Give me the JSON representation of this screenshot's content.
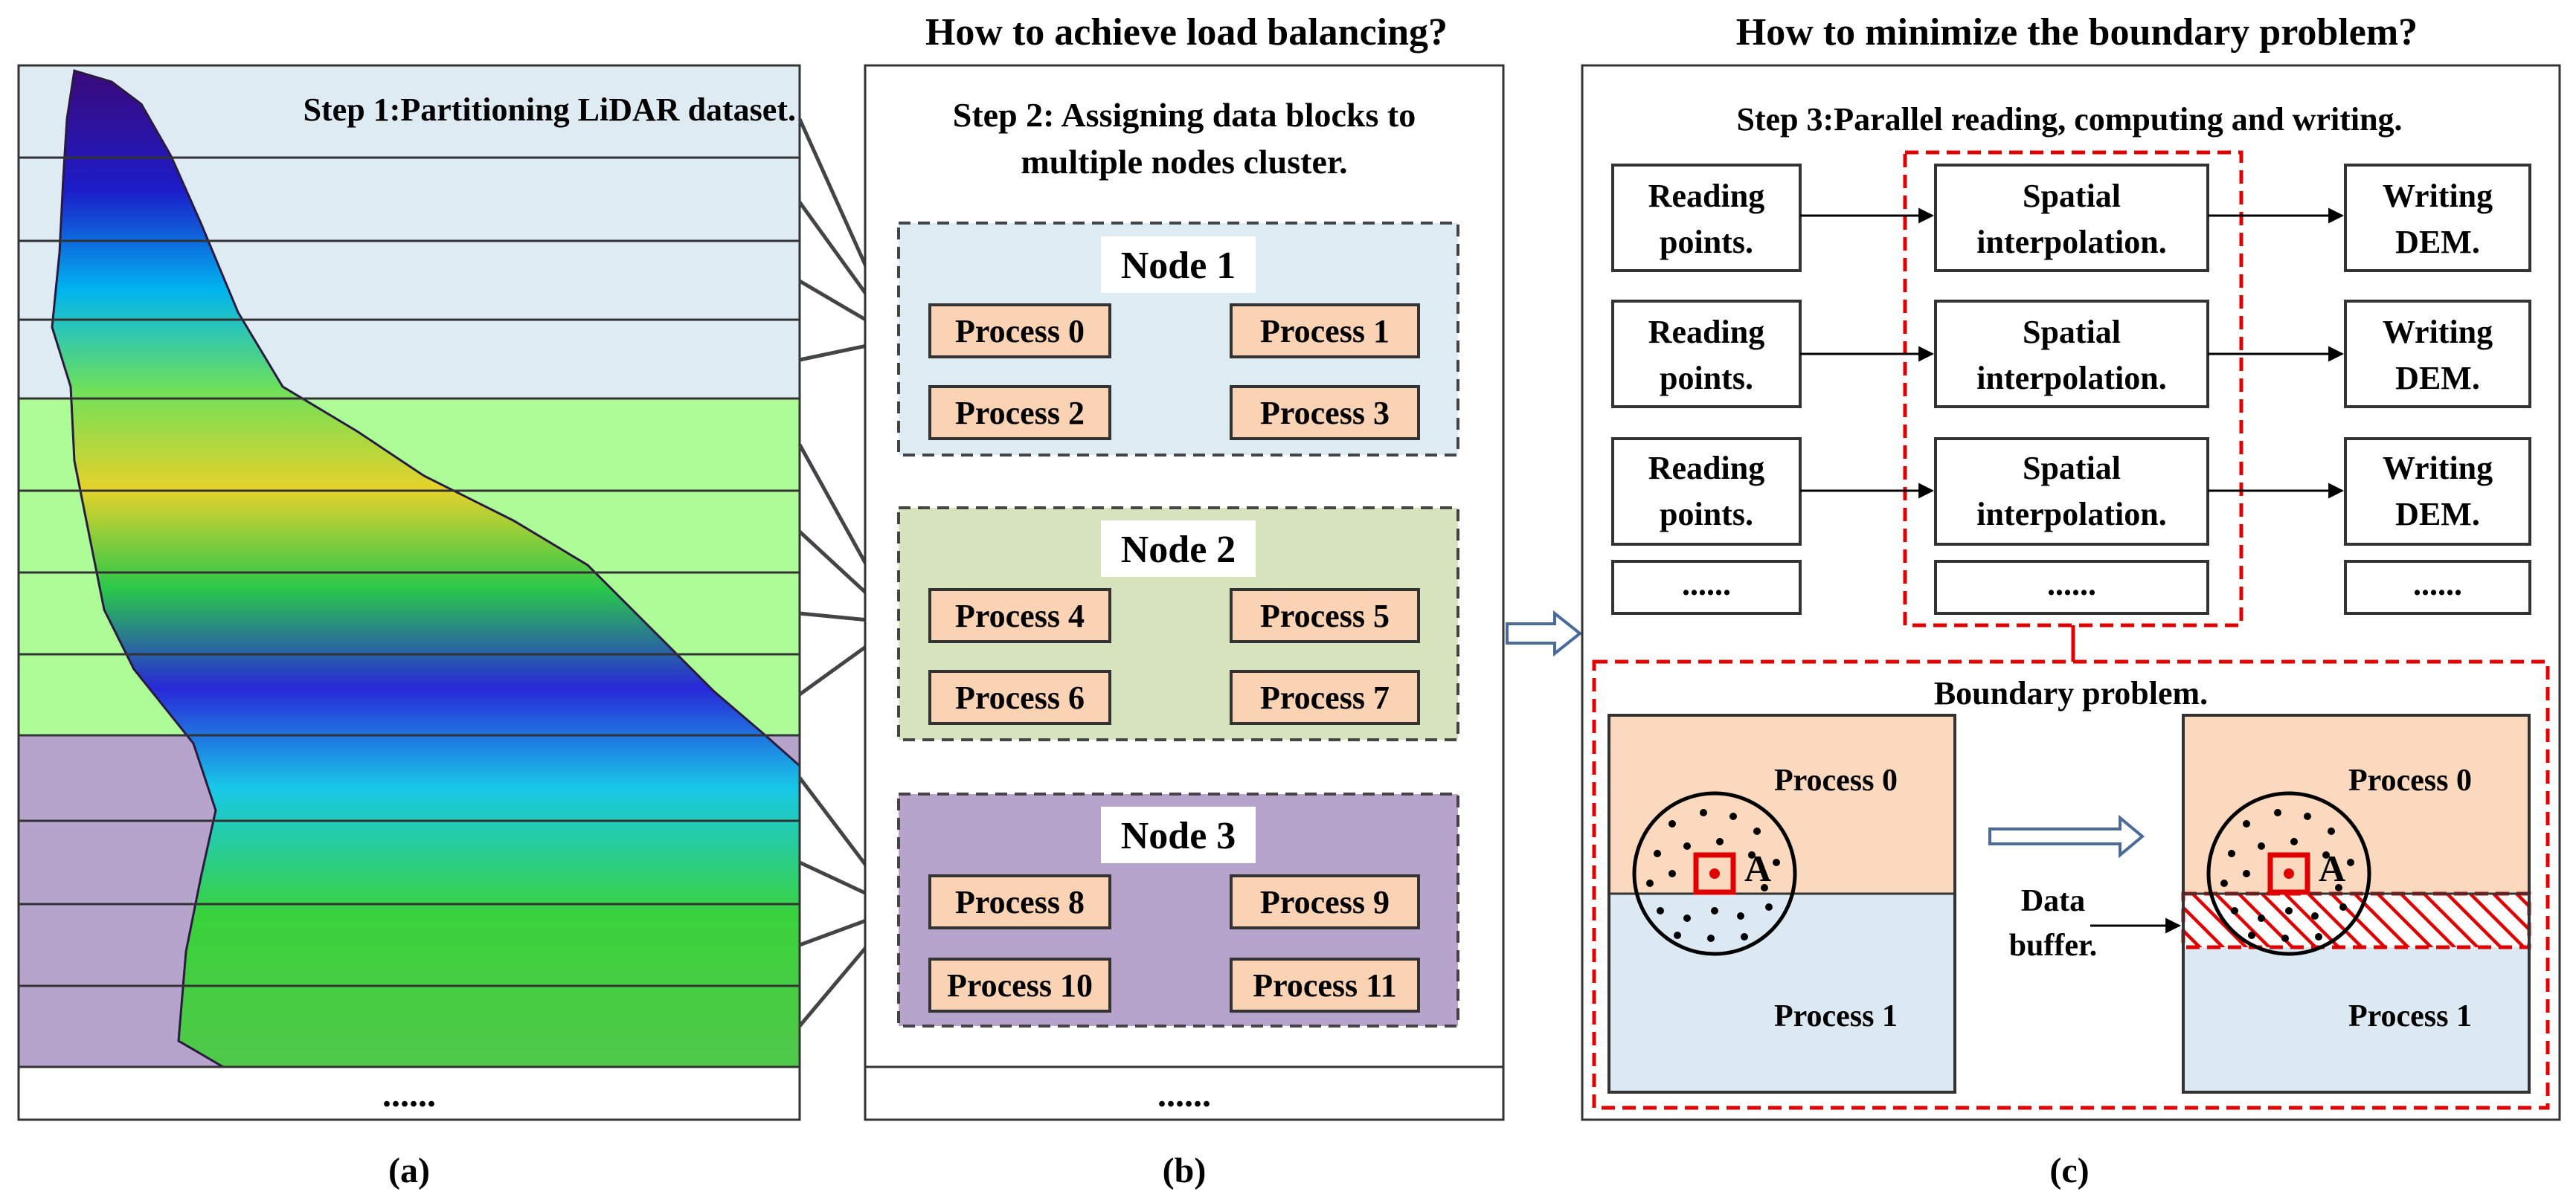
{
  "panel_a": {
    "step_label": "Step 1:Partitioning LiDAR dataset.",
    "ellipsis": "......",
    "caption": "(a)",
    "band_colors": [
      "#deebf3",
      "#aefc98",
      "#b6a4cd"
    ]
  },
  "panel_b": {
    "question": "How to achieve load balancing?",
    "step_line1": "Step 2: Assigning data blocks to",
    "step_line2": "multiple nodes cluster.",
    "ellipsis": "......",
    "caption": "(b)",
    "nodes": [
      {
        "title": "Node 1",
        "color": "#ddebf3",
        "processes": [
          "Process 0",
          "Process 1",
          "Process 2",
          "Process 3"
        ]
      },
      {
        "title": "Node 2",
        "color": "#d6e3bc",
        "processes": [
          "Process 4",
          "Process 5",
          "Process 6",
          "Process 7"
        ]
      },
      {
        "title": "Node 3",
        "color": "#b6a4cd",
        "processes": [
          "Process 8",
          "Process 9",
          "Process 10",
          "Process 11"
        ]
      }
    ],
    "process_color": "#fad2b4"
  },
  "panel_c": {
    "question": "How to minimize the boundary problem?",
    "step_label": "Step 3:Parallel reading, computing and writing.",
    "rows": [
      {
        "read1": "Reading",
        "read2": "points.",
        "interp1": "Spatial",
        "interp2": "interpolation.",
        "write1": "Writing",
        "write2": "DEM."
      },
      {
        "read1": "Reading",
        "read2": "points.",
        "interp1": "Spatial",
        "interp2": "interpolation.",
        "write1": "Writing",
        "write2": "DEM."
      },
      {
        "read1": "Reading",
        "read2": "points.",
        "interp1": "Spatial",
        "interp2": "interpolation.",
        "write1": "Writing",
        "write2": "DEM."
      }
    ],
    "ellipsis_read": "......",
    "ellipsis_interp": "......",
    "ellipsis_write": "......",
    "boundary_title": "Boundary problem.",
    "process0": "Process 0",
    "process1": "Process 1",
    "point_label": "A",
    "buffer_line1": "Data",
    "buffer_line2": "buffer.",
    "caption": "(c)",
    "accent_color": "#e00000",
    "top_color": "#fad9be",
    "bottom_color": "#dce9f2"
  }
}
